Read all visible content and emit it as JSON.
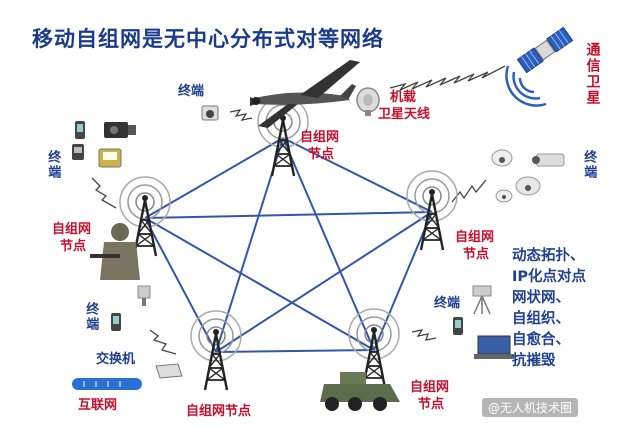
{
  "title": "移动自组网是无中心分布式对等网络",
  "labels": {
    "satellite": "通信卫星",
    "airborne_antenna_line1": "机载",
    "airborne_antenna_line2": "卫星天线",
    "terminal_top": "终端",
    "terminal_left": "终端",
    "terminal_right_top": "终端",
    "terminal_right_mid": "终端",
    "terminal_bottom_left": "终端",
    "switch": "交换机",
    "internet": "互联网",
    "node_top_line1": "自组网",
    "node_top_line2": "节点",
    "node_left_line1": "自组网",
    "node_left_line2": "节点",
    "node_right_line1": "自组网",
    "node_right_line2": "节点",
    "node_bottom_left": "自组网节点",
    "node_bottom_right_line1": "自组网",
    "node_bottom_right_line2": "节点"
  },
  "features": [
    "动态拓扑、",
    "IP化点对点",
    "网状网、",
    "自组织、",
    "自愈合、",
    "抗摧毁"
  ],
  "watermark": "@无人机技术圈",
  "colors": {
    "title": "#1a3a8a",
    "node_label": "#c8102e",
    "text_blue": "#1f3f8f",
    "link": "#3355aa"
  }
}
